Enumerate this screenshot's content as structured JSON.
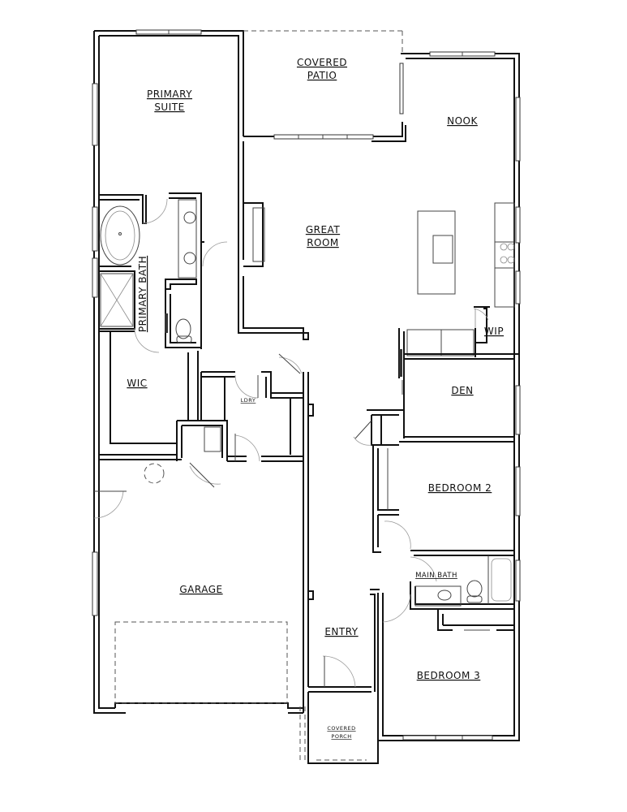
{
  "floor_plan": {
    "rooms": {
      "primary_suite": {
        "line1": "PRIMARY",
        "line2": "SUITE"
      },
      "covered_patio": {
        "line1": "COVERED",
        "line2": "PATIO"
      },
      "nook": {
        "label": "NOOK"
      },
      "great_room": {
        "line1": "GREAT",
        "line2": "ROOM"
      },
      "primary_bath": {
        "label": "PRIMARY BATH"
      },
      "wic": {
        "label": "WIC"
      },
      "ldry": {
        "label": "LDRY"
      },
      "wip": {
        "label": "WIP"
      },
      "den": {
        "label": "DEN"
      },
      "bedroom_2": {
        "label": "BEDROOM 2"
      },
      "main_bath": {
        "label": "MAIN BATH"
      },
      "garage": {
        "label": "GARAGE"
      },
      "entry": {
        "label": "ENTRY"
      },
      "bedroom_3": {
        "label": "BEDROOM 3"
      },
      "covered_porch": {
        "line1": "COVERED",
        "line2": "PORCH"
      }
    },
    "colors": {
      "wall": "#111111",
      "background": "#ffffff"
    }
  }
}
